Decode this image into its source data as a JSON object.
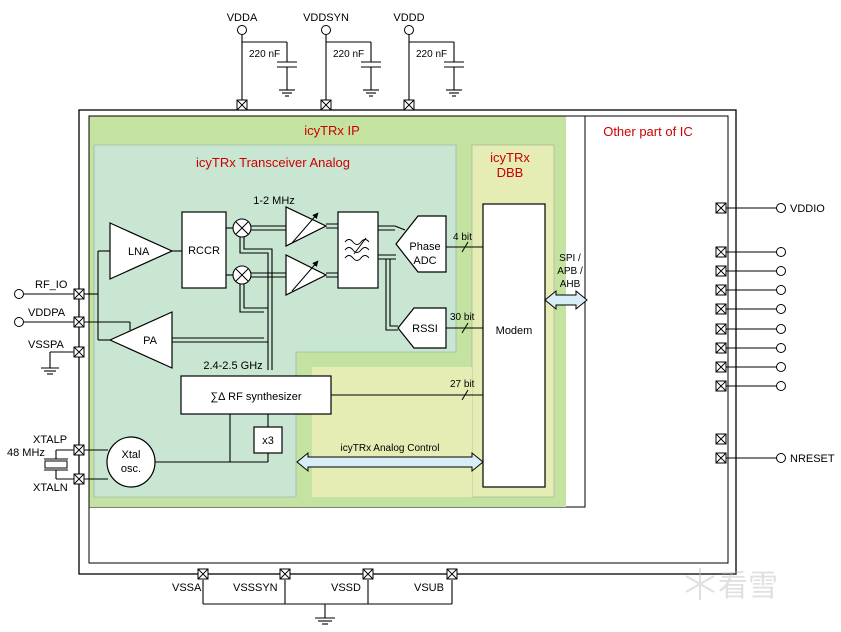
{
  "supplies_top": [
    {
      "name": "VDDA",
      "cap": "220 nF"
    },
    {
      "name": "VDDSYN",
      "cap": "220 nF"
    },
    {
      "name": "VDDD",
      "cap": "220 nF"
    }
  ],
  "supplies_bottom": [
    "VSSA",
    "VSSSYN",
    "VSSD",
    "VSUB"
  ],
  "regions": {
    "ip": "icyTRx IP",
    "analog": "icyTRx Transceiver Analog",
    "dbb_line1": "icyTRx",
    "dbb_line2": "DBB",
    "other": "Other part of IC"
  },
  "left_pins": {
    "rf_io": "RF_IO",
    "vddpa": "VDDPA",
    "vsspa": "VSSPA",
    "xtalp": "XTALP",
    "xtaln": "XTALN",
    "crystal_freq": "48 MHz"
  },
  "right_pins": {
    "vddio": "VDDIO",
    "nreset": "NRESET"
  },
  "blocks": {
    "lna": "LNA",
    "rccr": "RCCR",
    "pa": "PA",
    "phase_adc_line1": "Phase",
    "phase_adc_line2": "ADC",
    "rssi": "RSSI",
    "modem": "Modem",
    "synth": "∑∆ RF synthesizer",
    "x3": "x3",
    "xtal_line1": "Xtal",
    "xtal_line2": "osc."
  },
  "labels": {
    "if_freq": "1-2 MHz",
    "rf_freq": "2.4-2.5 GHz",
    "bus4": "4 bit",
    "bus30": "30 bit",
    "bus27": "27 bit",
    "spi_line1": "SPI /",
    "spi_line2": "APB /",
    "spi_line3": "AHB",
    "analog_control": "icyTRx Analog Control"
  },
  "watermark": "看雪",
  "colors": {
    "ip_green": "#c5e3a0",
    "analog_teal": "#c9e6d2",
    "dbb_yellow": "#e6edb4",
    "accent_red": "#cc0000",
    "bus_blue": "#d7eef6"
  }
}
